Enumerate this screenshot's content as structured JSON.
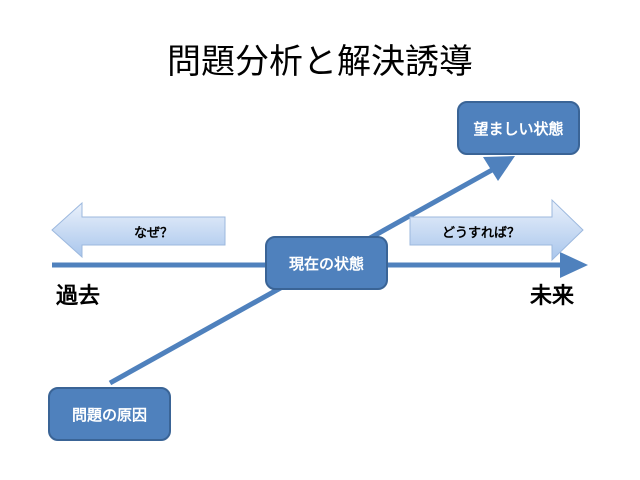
{
  "title": "問題分析と解決誘導",
  "nodes": {
    "current": "現在の状態",
    "desired": "望ましい状態",
    "cause": "問題の原因"
  },
  "arrows": {
    "back": "なぜ？",
    "forward": "どうすれば？"
  },
  "timeline": {
    "past": "過去",
    "future": "未来"
  },
  "colors": {
    "box": "#4f81bd",
    "line": "#4f81bd",
    "arrow_fill_light": "#dbe8f8",
    "arrow_fill_dark": "#a9c6ec"
  }
}
